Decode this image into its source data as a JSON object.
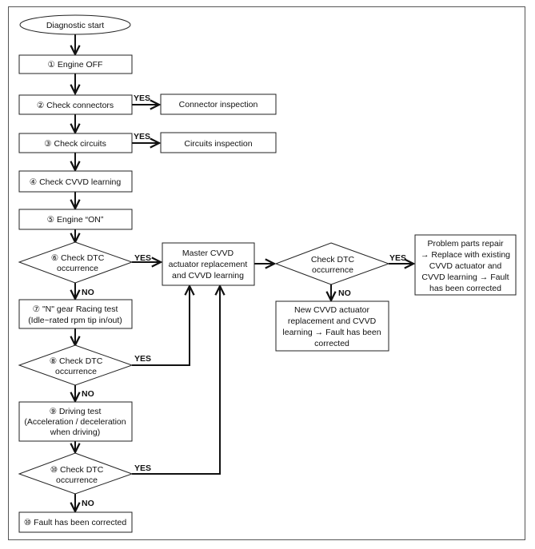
{
  "start": "Diagnostic start",
  "steps": {
    "engine_off": "① Engine OFF",
    "check_connectors": "② Check connectors",
    "check_circuits": "③ Check circuits",
    "check_cvvd_learning": "④ Check CVVD learning",
    "engine_on": "⑤ Engine “ON”",
    "n_gear_line1": "⑦ \"N\" gear Racing test",
    "n_gear_line2": "(Idle~rated rpm tip in/out)",
    "driving_line1": "⑨ Driving test",
    "driving_line2": "(Acceleration / deceleration",
    "driving_line3": "when driving)",
    "fault_corrected": "⑩ Fault has been corrected"
  },
  "decisions": {
    "d6_line1": "⑥ Check DTC",
    "d6_line2": "occurrence",
    "d8_line1": "⑧ Check DTC",
    "d8_line2": "occurrence",
    "d10_line1": "⑩ Check DTC",
    "d10_line2": "occurrence",
    "dr_line1": "Check DTC",
    "dr_line2": "occurrence"
  },
  "side": {
    "connector_inspection": "Connector inspection",
    "circuits_inspection": "Circuits inspection",
    "master_line1": "Master CVVD",
    "master_line2": "actuator replacement",
    "master_line3": "and CVVD learning",
    "new_line1": "New CVVD actuator",
    "new_line2": "replacement and CVVD",
    "new_line3": "learning → Fault has been",
    "new_line4": "corrected",
    "repair_line1": "Problem parts repair",
    "repair_line2": "→ Replace with existing",
    "repair_line3": "CVVD actuator and",
    "repair_line4": "CVVD learning → Fault",
    "repair_line5": "has been corrected"
  },
  "labels": {
    "yes": "YES",
    "no": "NO"
  }
}
